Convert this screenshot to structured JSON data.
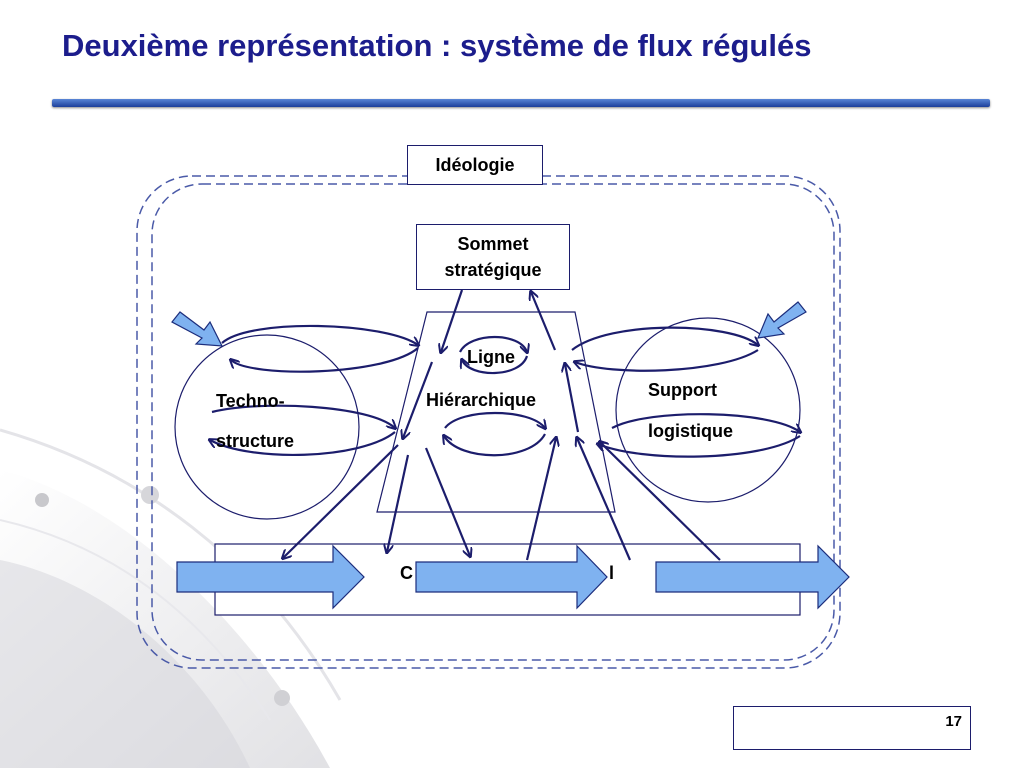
{
  "slide": {
    "title": "Deuxième représentation : système de flux régulés",
    "page_number": "17"
  },
  "diagram": {
    "ideologie": "Idéologie",
    "sommet_line1": "Sommet",
    "sommet_line2": "stratégique",
    "ligne": "Ligne",
    "hierarchique": "Hiérarchique",
    "techno_line1": "Techno-",
    "techno_line2": "structure",
    "support_line1": "Support",
    "support_line2": "logistique",
    "centre_left": "C",
    "centre_right": "l"
  },
  "colors": {
    "title": "#1c1d8c",
    "line": "#1c1d6c",
    "arrow_fill": "#7fb2f0",
    "dash": "#4a5aa8"
  }
}
